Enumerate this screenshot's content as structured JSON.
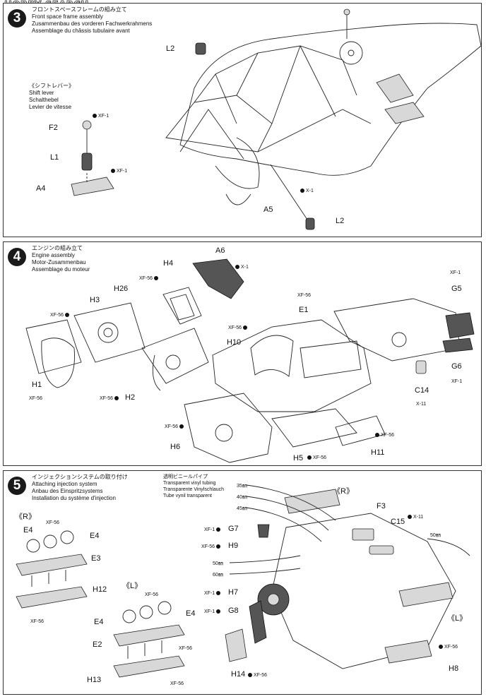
{
  "watermark": "HOBBY SEARCH",
  "step3": {
    "number": "3",
    "title_jp": "フロントスペースフレームの組み立て",
    "title_en": "Front space frame assembly",
    "title_de": "Zusammenbau des vorderen Fachwerkrahmens",
    "title_fr": "Assemblage du châssis tubulaire avant",
    "sub_jp": "《シフトレバー》",
    "sub_en": "Shift lever",
    "sub_de": "Schalthebel",
    "sub_fr": "Levier de vitesse",
    "parts": {
      "L2a": "L2",
      "F2": "F2",
      "L1": "L1",
      "A4": "A4",
      "A5": "A5",
      "L2b": "L2"
    },
    "paints": {
      "xf1a": "XF-1",
      "xf1b": "XF-1",
      "x1": "X-1"
    }
  },
  "step4": {
    "number": "4",
    "title_jp": "エンジンの組み立て",
    "title_en": "Engine assembly",
    "title_de": "Motor-Zusammenbau",
    "title_fr": "Assemblage du moteur",
    "parts": {
      "A6": "A6",
      "H4": "H4",
      "H26": "H26",
      "H3": "H3",
      "H1": "H1",
      "H2": "H2",
      "H6": "H6",
      "H10": "H10",
      "E1": "E1",
      "G5": "G5",
      "G6": "G6",
      "C14": "C14",
      "H5": "H5",
      "H11": "H11"
    },
    "paints": {
      "h4": "XF-56",
      "a6": "X-1",
      "h3": "XF-56",
      "h1": "XF-56",
      "h2": "XF-56",
      "h6": "XF-56",
      "h10": "XF-56",
      "e1": "XF-56",
      "g5": "XF-1",
      "g6": "XF-1",
      "c14": "X-11",
      "h5": "XF-56",
      "h11": "XF-56"
    }
  },
  "step5": {
    "number": "5",
    "title_jp": "インジェクションシステムの取り付け",
    "title_en": "Attaching injection system",
    "title_de": "Anbau des Einspritzsystems",
    "title_fr": "Installation du système d'injection",
    "tube_jp": "透明ビニールパイプ",
    "tube_en": "Transparent vinyl tubing",
    "tube_de": "Transparente Vinylschlauch",
    "tube_fr": "Tube vynil transparent",
    "side_r": "《R》",
    "side_l": "《L》",
    "lengths": {
      "l35": "35㎜",
      "l40": "40㎜",
      "l45": "45㎜",
      "l50": "50㎜",
      "l60": "60㎜",
      "l50b": "50㎜"
    },
    "parts": {
      "E4a": "E4",
      "E4b": "E4",
      "E3": "E3",
      "H12": "H12",
      "E4c": "E4",
      "E4d": "E4",
      "E2": "E2",
      "H13": "H13",
      "G7": "G7",
      "H9": "H9",
      "H7": "H7",
      "G8": "G8",
      "H14": "H14",
      "F3": "F3",
      "C15": "C15",
      "H8": "H8"
    },
    "paints": {
      "e4a": "XF-56",
      "h12": "XF-56",
      "e4c": "XF-56",
      "e2": "XF-56",
      "h13": "XF-56",
      "g7": "XF-1",
      "h9": "XF-56",
      "h7": "XF-1",
      "g8": "XF-1",
      "h14": "XF-56",
      "c15": "X-11",
      "h8": "XF-56"
    }
  }
}
